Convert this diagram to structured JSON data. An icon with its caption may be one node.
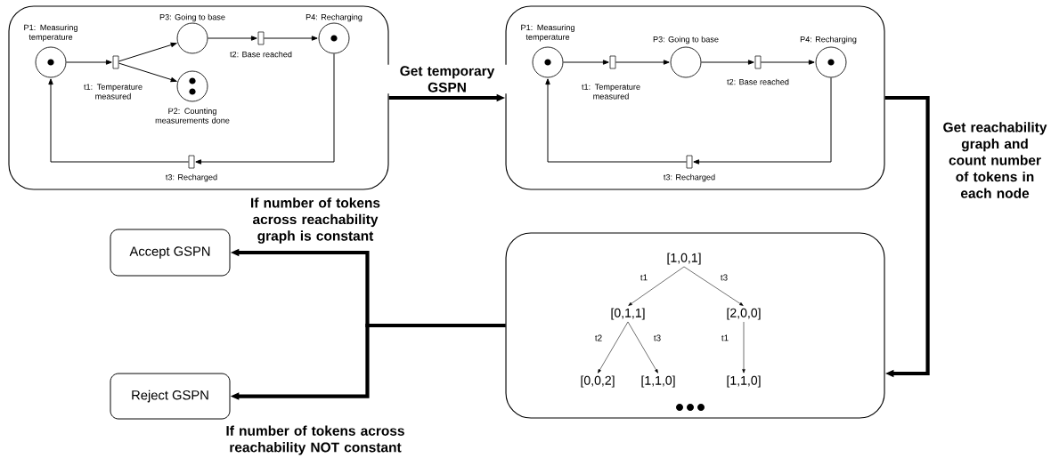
{
  "diagram": {
    "nodes": [
      {
        "text": [],
        "shape": "box"
      },
      {
        "text": [
          "P1: Measuring temperature"
        ],
        "in": 0
      },
      {
        "text": [
          "t1: Temperature measured"
        ],
        "in": 0
      },
      {
        "text": [
          "P3: Going to base"
        ],
        "in": 0
      },
      {
        "text": [
          "P2: Counting measurements done"
        ],
        "in": 0
      },
      {
        "text": [
          "t2: Base reached"
        ],
        "in": 0
      },
      {
        "text": [
          "P4: Recharging"
        ],
        "in": 0
      },
      {
        "text": [
          "t3: Recharged"
        ],
        "in": 0
      },
      {
        "text": [],
        "shape": "box"
      },
      {
        "text": [
          "P1: Measuring temperature"
        ],
        "in": 8
      },
      {
        "text": [
          "t1: Temperature measured"
        ],
        "in": 8
      },
      {
        "text": [
          "P3: Going to base"
        ],
        "in": 8
      },
      {
        "text": [
          "t2: Base reached"
        ],
        "in": 8
      },
      {
        "text": [
          "P4: Recharging"
        ],
        "in": 8
      },
      {
        "text": [
          "t3: Recharged"
        ],
        "in": 8
      },
      {
        "text": [],
        "shape": "box"
      },
      {
        "text": [
          "[1,0,1]"
        ],
        "in": 15
      },
      {
        "text": [
          "[0,1,1]"
        ],
        "in": 15
      },
      {
        "text": [
          "[2,0,0]"
        ],
        "in": 15
      },
      {
        "text": [
          "[0,0,2]"
        ],
        "in": 15
      },
      {
        "text": [
          "[1,1,0]"
        ],
        "in": 15
      },
      {
        "text": [
          "[1,1,0]"
        ],
        "in": 15
      },
      {
        "text": [
          "Accept GSPN"
        ]
      },
      {
        "text": [
          "Reject GSPN"
        ]
      }
    ],
    "edges": [
      {
        "from": 1,
        "to": 2,
        "arrow": "to"
      },
      {
        "from": 2,
        "to": 3,
        "arrow": "to"
      },
      {
        "from": 2,
        "to": 4,
        "arrow": "to"
      },
      {
        "from": 3,
        "to": 5,
        "arrow": "to"
      },
      {
        "from": 5,
        "to": 6,
        "arrow": "to"
      },
      {
        "from": 6,
        "to": 7,
        "arrow": "to"
      },
      {
        "from": 7,
        "to": 1,
        "arrow": "to"
      },
      {
        "from": 0,
        "to": 8,
        "arrow": "to",
        "label": "Get temporary GSPN",
        "style": "thick"
      },
      {
        "from": 9,
        "to": 10,
        "arrow": "to"
      },
      {
        "from": 10,
        "to": 11,
        "arrow": "to"
      },
      {
        "from": 11,
        "to": 12,
        "arrow": "to"
      },
      {
        "from": 12,
        "to": 13,
        "arrow": "to"
      },
      {
        "from": 13,
        "to": 14,
        "arrow": "to"
      },
      {
        "from": 14,
        "to": 9,
        "arrow": "to"
      },
      {
        "from": 8,
        "to": 15,
        "arrow": "to",
        "label": "Get reachability graph and count number of tokens in each node",
        "style": "thick"
      },
      {
        "from": 16,
        "to": 17,
        "arrow": "to",
        "label": "t1"
      },
      {
        "from": 16,
        "to": 18,
        "arrow": "to",
        "label": "t3"
      },
      {
        "from": 17,
        "to": 19,
        "arrow": "to",
        "label": "t2"
      },
      {
        "from": 17,
        "to": 20,
        "arrow": "to",
        "label": "t3"
      },
      {
        "from": 18,
        "to": 21,
        "arrow": "to",
        "label": "t1"
      },
      {
        "from": 15,
        "to": 22,
        "arrow": "to",
        "label": "If number of tokens across reachability graph is constant",
        "style": "thick"
      },
      {
        "from": 15,
        "to": 23,
        "arrow": "to",
        "label": "If number of tokens across reachability NOT constant",
        "style": "thick"
      }
    ]
  }
}
